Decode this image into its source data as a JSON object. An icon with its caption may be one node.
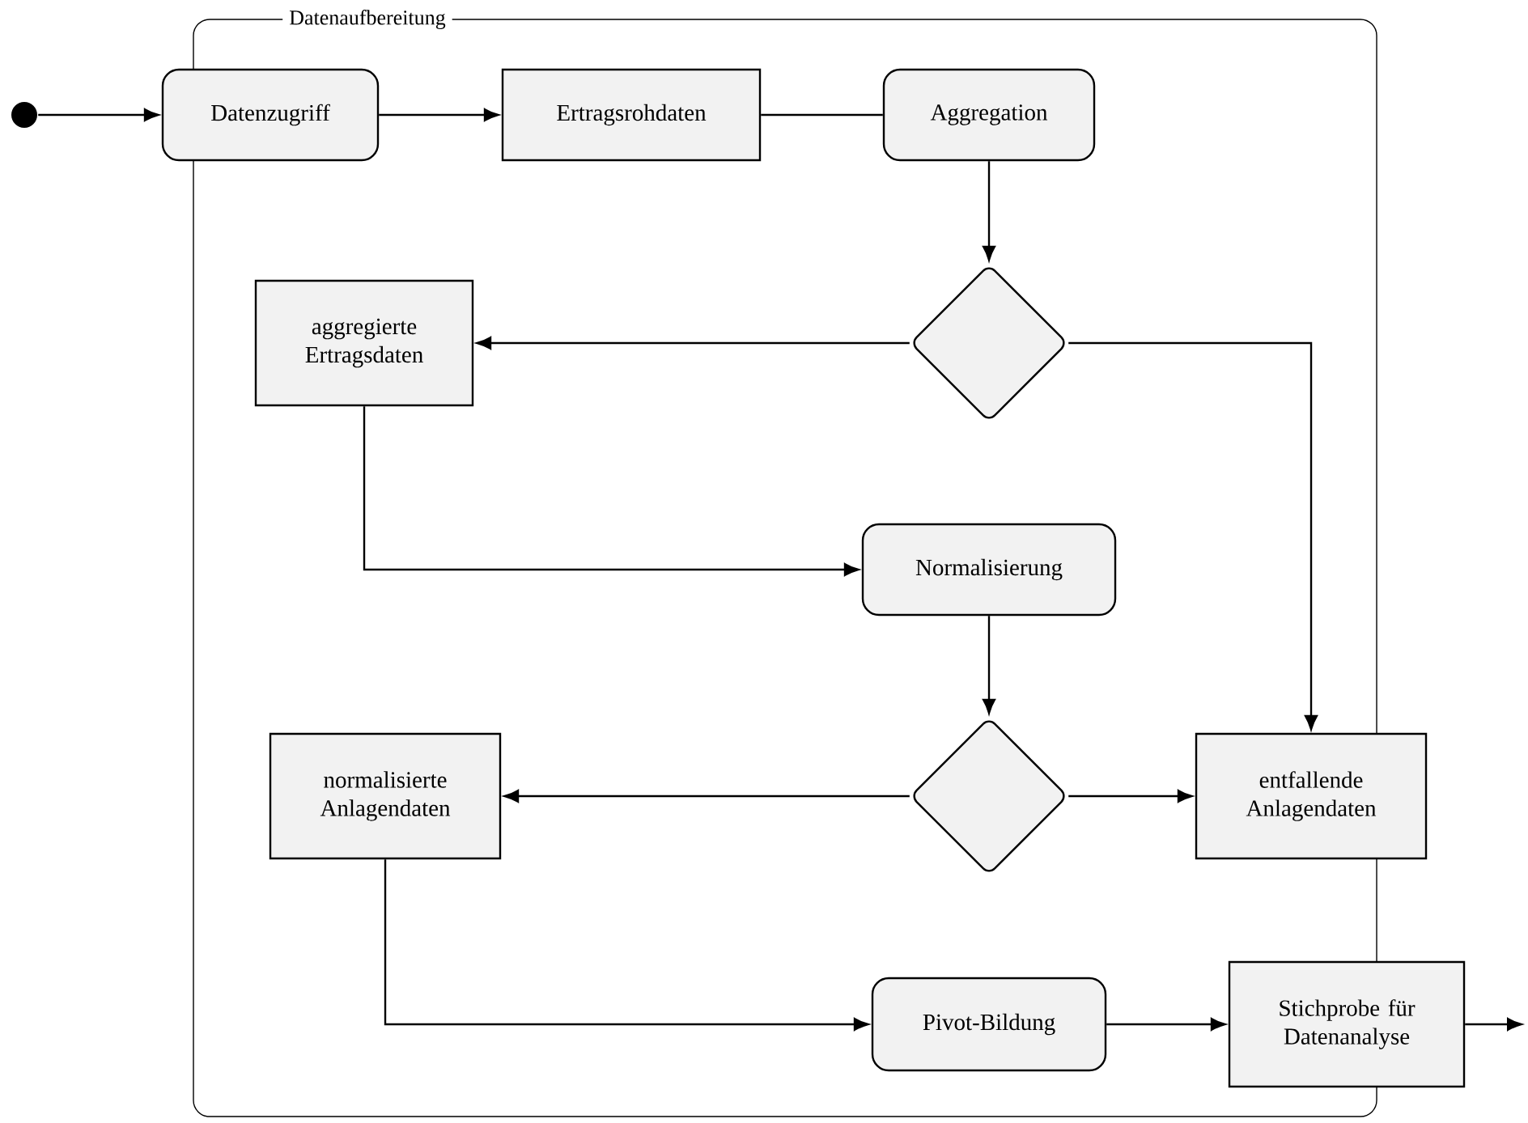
{
  "diagram": {
    "nodes": [
      {
        "text": [
          "Datenaufbereitung"
        ]
      },
      {
        "text": [],
        "shape": "circle"
      },
      {
        "text": [
          "Datenzugriff"
        ]
      },
      {
        "text": [
          "Ertragsrohdaten"
        ],
        "in": 0
      },
      {
        "text": [
          "Aggregation"
        ],
        "in": 0
      },
      {
        "text": [],
        "shape": "diamond",
        "in": 0
      },
      {
        "text": [
          "aggregierte Ertragsdaten"
        ],
        "in": 0
      },
      {
        "text": [
          "Normalisierung"
        ],
        "in": 0
      },
      {
        "text": [],
        "shape": "diamond",
        "in": 0
      },
      {
        "text": [
          "normalisierte Anlagendaten"
        ],
        "in": 0
      },
      {
        "text": [
          "entfallende Anlagendaten"
        ]
      },
      {
        "text": [
          "Pivot-Bildung"
        ],
        "in": 0
      },
      {
        "text": [
          "Stichprobe für Datenanalyse"
        ]
      }
    ],
    "edges": [
      {
        "from": 1,
        "to": 2,
        "arrow": "to"
      },
      {
        "from": 2,
        "to": 3,
        "arrow": "to"
      },
      {
        "from": 3,
        "to": 4,
        "arrow": "none"
      },
      {
        "from": 4,
        "to": 5,
        "arrow": "to"
      },
      {
        "from": 5,
        "to": 6,
        "arrow": "to"
      },
      {
        "from": 5,
        "to": 10,
        "arrow": "to"
      },
      {
        "from": 6,
        "to": 7,
        "arrow": "to"
      },
      {
        "from": 7,
        "to": 8,
        "arrow": "to"
      },
      {
        "from": 8,
        "to": 9,
        "arrow": "to"
      },
      {
        "from": 8,
        "to": 10,
        "arrow": "to"
      },
      {
        "from": 9,
        "to": 11,
        "arrow": "to"
      },
      {
        "from": 11,
        "to": 12,
        "arrow": "to"
      },
      {
        "from": 12,
        "to": null,
        "arrow": "to"
      }
    ]
  }
}
